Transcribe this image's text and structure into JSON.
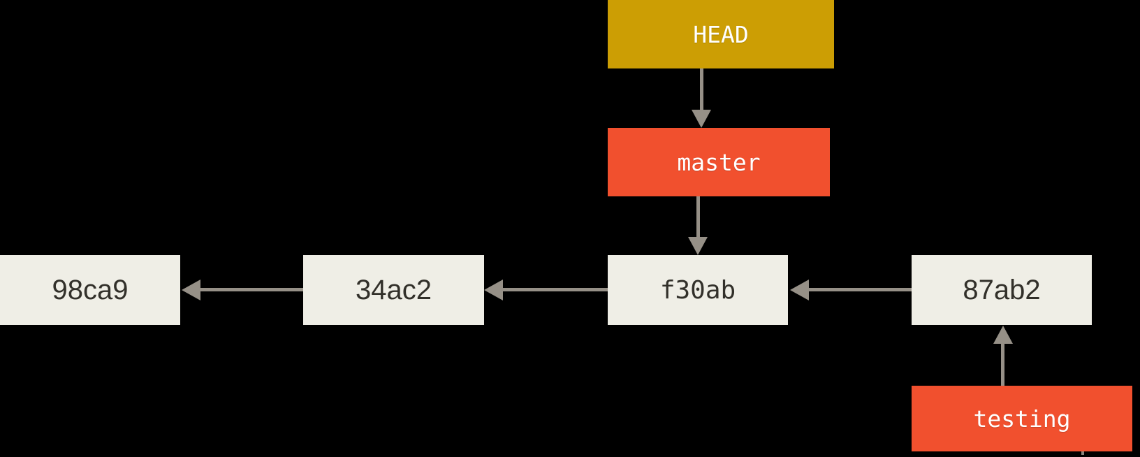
{
  "diagram": {
    "kind": "git-commit-graph"
  },
  "colors": {
    "background": "#000000",
    "head_fill": "#cc9e04",
    "branch_fill": "#f1502e",
    "commit_fill": "#efeee6",
    "commit_text": "#32302a",
    "ref_text": "#ffffff",
    "arrow": "#969087"
  },
  "nodes": {
    "head": {
      "label": "HEAD",
      "type": "ref"
    },
    "master": {
      "label": "master",
      "type": "branch"
    },
    "testing": {
      "label": "testing",
      "type": "branch"
    },
    "commits": [
      {
        "id": "98ca9"
      },
      {
        "id": "34ac2"
      },
      {
        "id": "f30ab"
      },
      {
        "id": "87ab2"
      }
    ]
  },
  "edges": [
    {
      "from": "HEAD",
      "to": "master",
      "direction": "down"
    },
    {
      "from": "master",
      "to": "f30ab",
      "direction": "down"
    },
    {
      "from": "34ac2",
      "to": "98ca9",
      "direction": "left"
    },
    {
      "from": "f30ab",
      "to": "34ac2",
      "direction": "left"
    },
    {
      "from": "87ab2",
      "to": "f30ab",
      "direction": "left"
    },
    {
      "from": "testing",
      "to": "87ab2",
      "direction": "up"
    }
  ]
}
